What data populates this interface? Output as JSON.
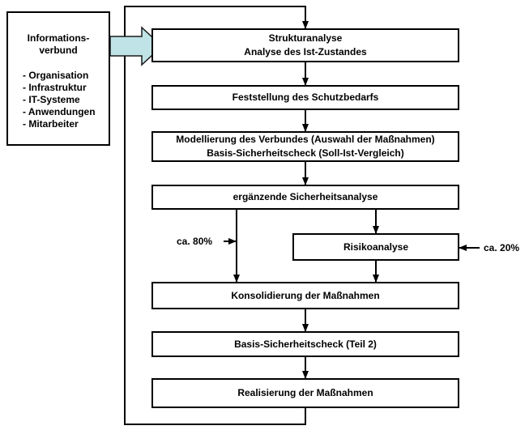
{
  "source_box": {
    "title": "Informations-\nverbund",
    "items": [
      "- Organisation",
      "- Infrastruktur",
      "- IT-Systeme",
      "- Anwendungen",
      "- Mitarbeiter"
    ]
  },
  "steps": {
    "strukturanalyse": {
      "line1": "Strukturanalyse",
      "line2": "Analyse des Ist-Zustandes"
    },
    "schutzbedarf": "Feststellung des Schutzbedarfs",
    "modellierung": {
      "line1": "Modellierung des Verbundes (Auswahl der Maßnahmen)",
      "line2": "Basis-Sicherheitscheck (Soll-Ist-Vergleich)"
    },
    "ergaenzende": "ergänzende Sicherheitsanalyse",
    "risikoanalyse": "Risikoanalyse",
    "konsolidierung": "Konsolidierung der Maßnahmen",
    "basis_teil2": "Basis-Sicherheitscheck (Teil 2)",
    "realisierung": "Realisierung der Maßnahmen"
  },
  "labels": {
    "left_share": "ca. 80%",
    "right_share": "ca. 20%"
  },
  "colors": {
    "big_arrow_fill": "#bfe3e6",
    "big_arrow_stroke": "#1a1a1a"
  }
}
